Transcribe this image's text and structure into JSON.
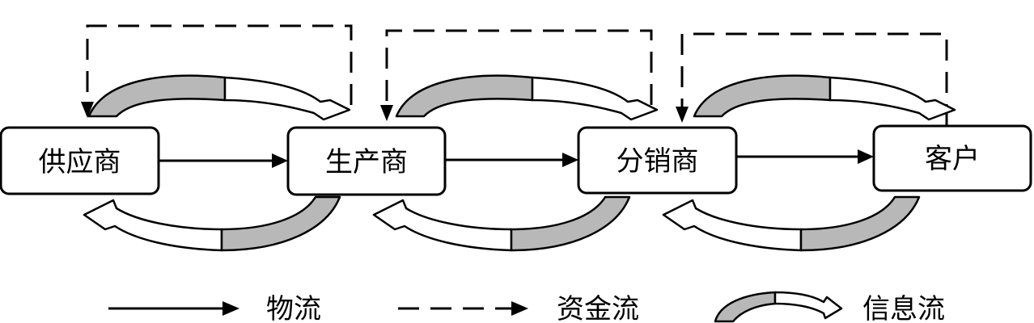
{
  "nodes": [
    {
      "id": "supplier",
      "label": "供应商"
    },
    {
      "id": "manufacturer",
      "label": "生产商"
    },
    {
      "id": "distributor",
      "label": "分销商"
    },
    {
      "id": "customer",
      "label": "客户"
    }
  ],
  "legend": {
    "material_flow": "物流",
    "capital_flow": "资金流",
    "information_flow": "信息流"
  },
  "colors": {
    "stroke": "#000000",
    "background": "#ffffff",
    "info_gray": "#b8b8b8",
    "info_white": "#ffffff"
  },
  "icons": {
    "solid_arrow": "material-flow-arrow-icon",
    "dashed_arrow": "capital-flow-arrow-icon",
    "curved_arrow": "information-flow-arrow-icon"
  }
}
